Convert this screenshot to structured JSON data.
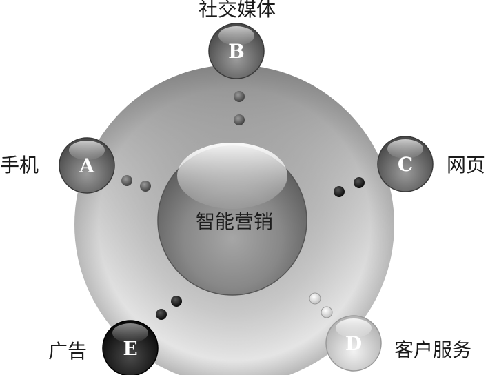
{
  "center": {
    "label": "智能营销"
  },
  "nodes": [
    {
      "letter": "B",
      "label": "社交媒体"
    },
    {
      "letter": "A",
      "label": "手机"
    },
    {
      "letter": "C",
      "label": "网页"
    },
    {
      "letter": "E",
      "label": "广告"
    },
    {
      "letter": "D",
      "label": "客户服务"
    }
  ]
}
